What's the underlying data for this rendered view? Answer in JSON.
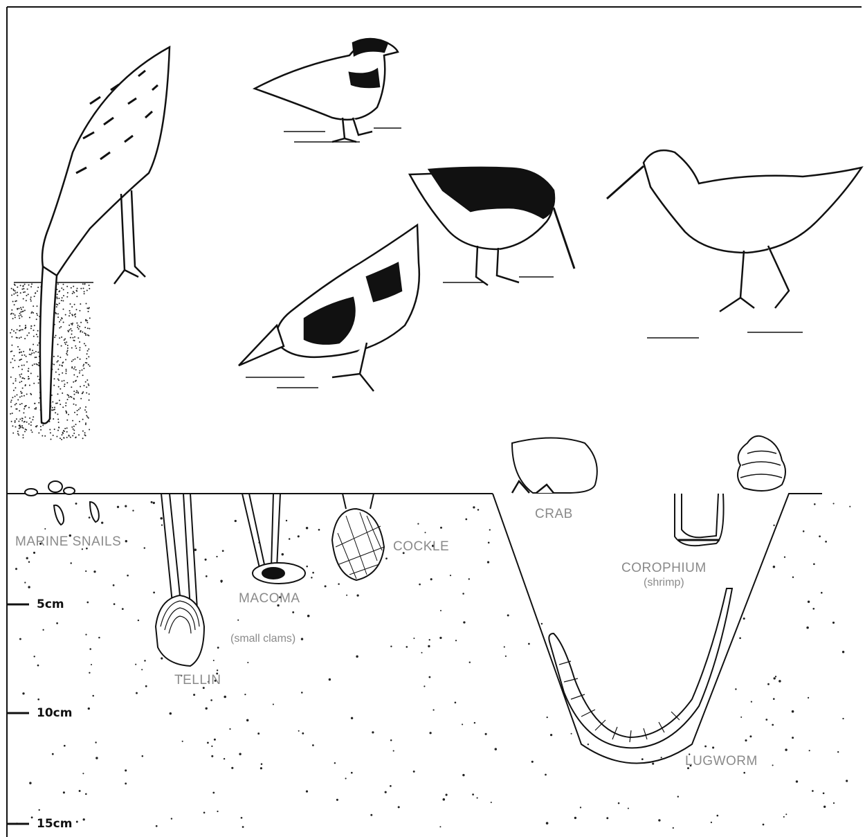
{
  "labels": {
    "marine_snails": "MARINE SNAILS",
    "tellin": "TELLIN",
    "macoma": "MACOMA",
    "macoma_note": "(small clams)",
    "cockle": "COCKLE",
    "crab": "CRAB",
    "corophium": "COROPHIUM",
    "corophium_note": "(shrimp)",
    "lugworm": "LUGWORM"
  },
  "depth_scale": [
    "5cm",
    "10cm",
    "15cm"
  ],
  "colors": {
    "ink": "#111111",
    "label": "#8a8a8a",
    "background": "#ffffff"
  },
  "icons": [
    "curlew-bird-icon",
    "ringed-plover-bird-icon",
    "turnstone-bird-icon",
    "oystercatcher-bird-icon",
    "redshank-bird-icon"
  ]
}
